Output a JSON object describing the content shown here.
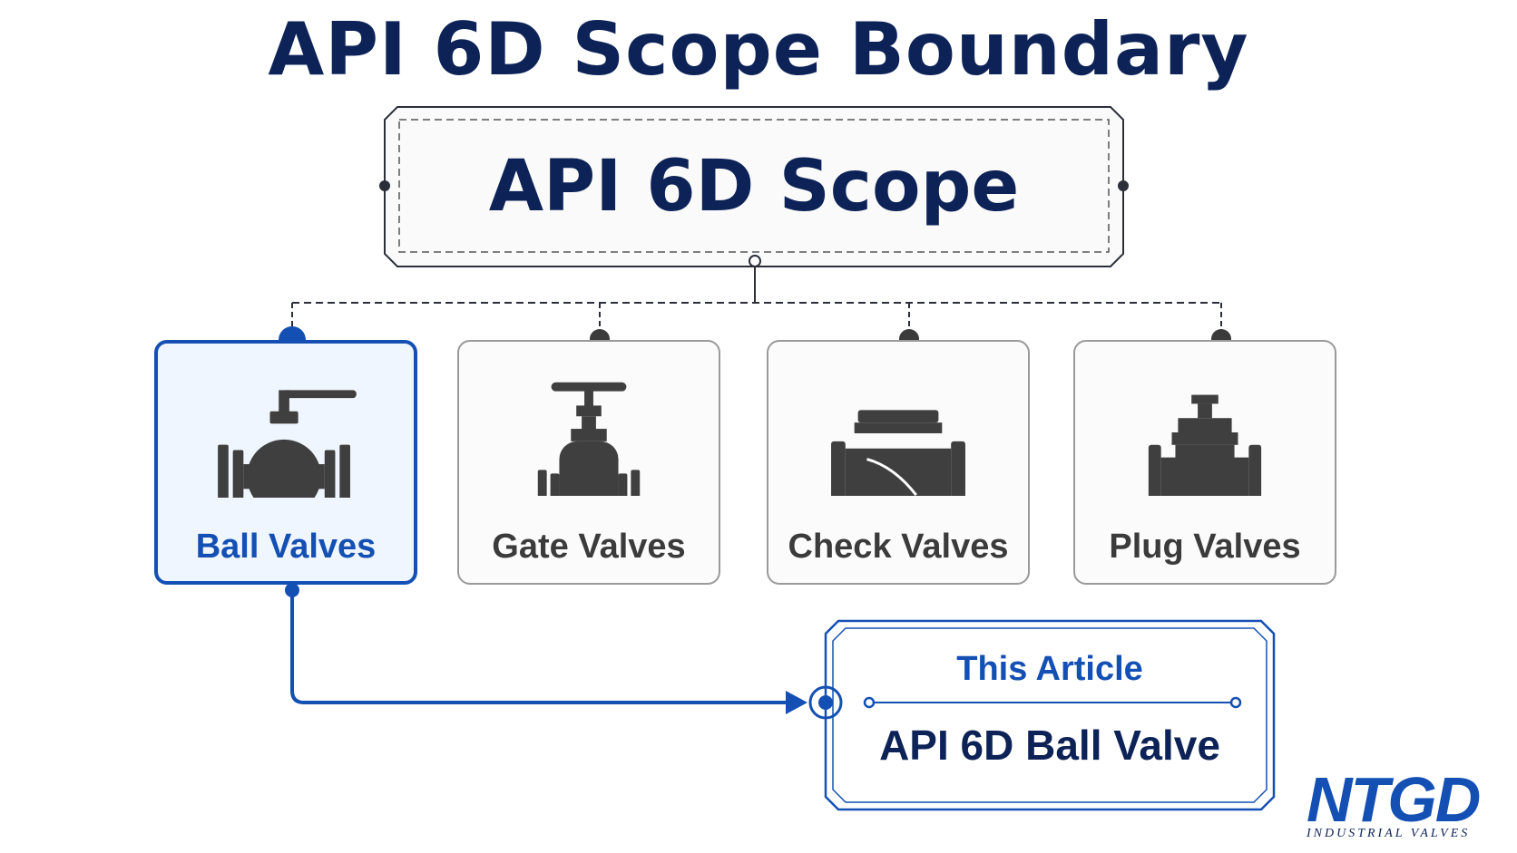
{
  "title": "API 6D Scope Boundary",
  "scope_label": "API 6D Scope",
  "cards": [
    {
      "label": "Ball Valves",
      "icon": "ball-valve-icon",
      "highlighted": true
    },
    {
      "label": "Gate Valves",
      "icon": "gate-valve-icon",
      "highlighted": false
    },
    {
      "label": "Check Valves",
      "icon": "check-valve-icon",
      "highlighted": false
    },
    {
      "label": "Plug Valves",
      "icon": "plug-valve-icon",
      "highlighted": false
    }
  ],
  "article": {
    "label": "This Article",
    "title": "API 6D Ball Valve"
  },
  "logo": {
    "mark": "NTGD",
    "subtitle": "INDUSTRIAL VALVES"
  },
  "colors": {
    "navy": "#0d2357",
    "blue": "#1450b4",
    "gray": "#3b3b3b",
    "border": "#9a9a9a"
  }
}
